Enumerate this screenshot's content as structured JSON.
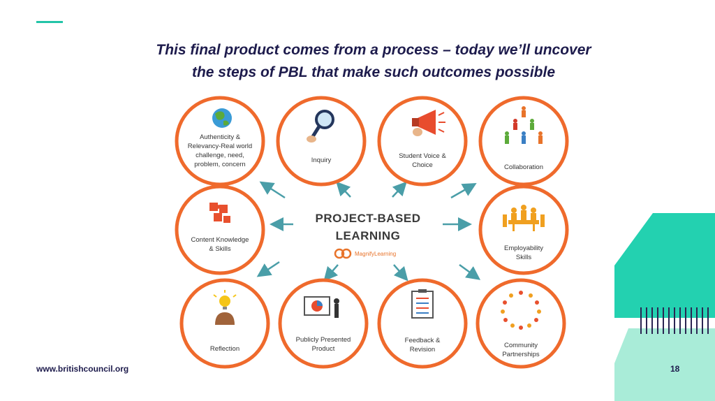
{
  "slide": {
    "title_line1": "This final product comes from a process – today we’ll uncover",
    "title_line2": "the steps of PBL that make such outcomes possible",
    "footer_url": "www.britishcouncil.org",
    "page_number": "18"
  },
  "diagram": {
    "center_line1": "PROJECT-BASED",
    "center_line2": "LEARNING",
    "brand": "MagnifyLearning",
    "nodes": {
      "authenticity": [
        "Authenticity &",
        "Relevancy-Real world",
        "challenge, need,",
        "problem, concern"
      ],
      "inquiry": [
        "Inquiry"
      ],
      "voice": [
        "Student Voice &",
        "Choice"
      ],
      "collaboration": [
        "Collaboration"
      ],
      "content": [
        "Content Knowledge",
        "& Skills"
      ],
      "employability": [
        "Employability",
        "Skills"
      ],
      "reflection": [
        "Reflection"
      ],
      "product": [
        "Publicly Presented",
        "Product"
      ],
      "feedback": [
        "Feedback &",
        "Revision"
      ],
      "community": [
        "Community",
        "Partnerships"
      ]
    }
  },
  "colors": {
    "title": "#1d1b4c",
    "ring": "#ef6a2c",
    "arrow": "#4a9ea8",
    "teal": "#23c4a8",
    "mint": "#a9ecd8"
  }
}
